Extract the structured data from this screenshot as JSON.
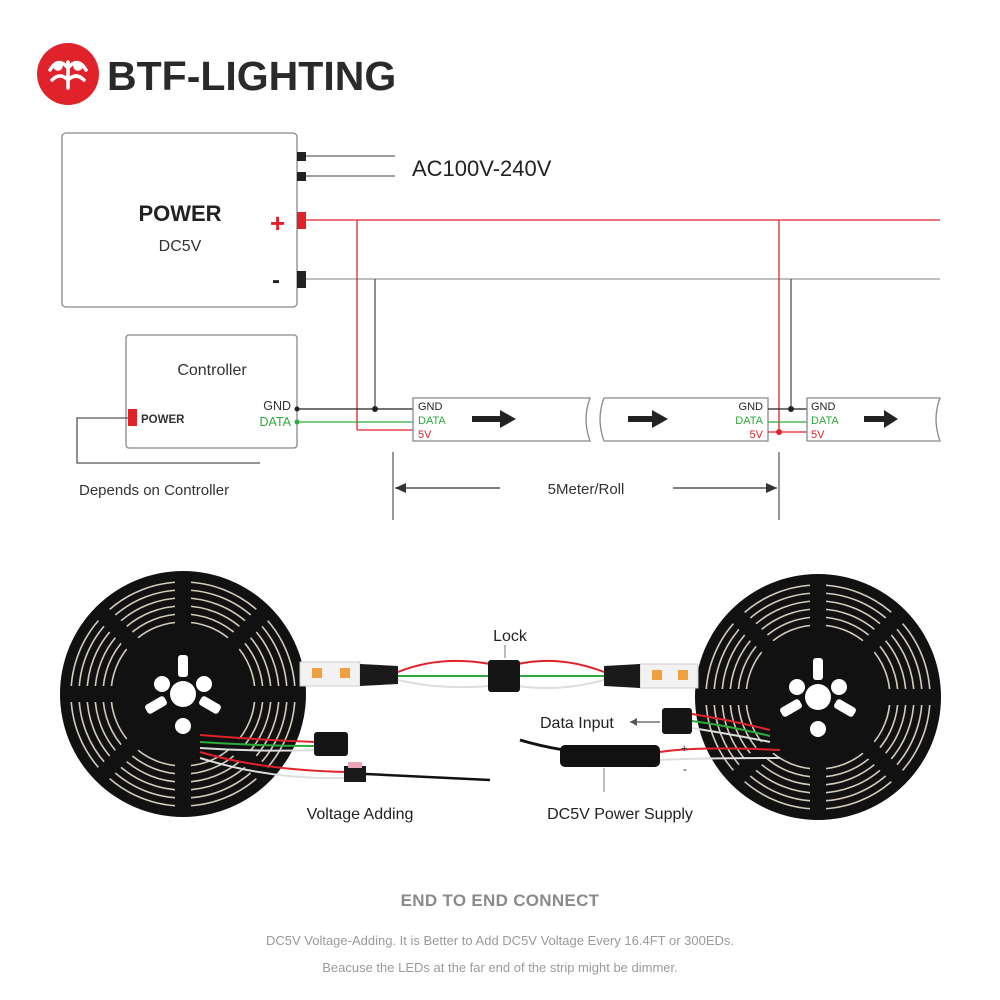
{
  "brand": {
    "name": "BTF-LIGHTING",
    "color": "#e0222b"
  },
  "power_supply": {
    "title": "POWER",
    "voltage": "DC5V",
    "input_label": "AC100V-240V",
    "plus_symbol": "+",
    "minus_symbol": "-"
  },
  "controller": {
    "title": "Controller",
    "power_label": "POWER",
    "gnd_label": "GND",
    "data_label": "DATA",
    "note": "Depends on Controller"
  },
  "strip_segments": [
    {
      "gnd": "GND",
      "data": "DATA",
      "v5": "5V"
    },
    {
      "gnd": "GND",
      "data": "DATA",
      "v5": "5V"
    },
    {
      "gnd": "GND",
      "data": "DATA",
      "v5": "5V"
    }
  ],
  "dimension_label": "5Meter/Roll",
  "photo_labels": {
    "lock": "Lock",
    "data_input": "Data Input",
    "voltage_adding": "Voltage Adding",
    "power_supply": "DC5V Power Supply",
    "plus_symbol": "+",
    "minus_symbol": "-"
  },
  "footer": {
    "title": "END TO END CONNECT",
    "line1": "DC5V Voltage-Adding. It is Better to Add DC5V Voltage Every 16.4FT or 300EDs.",
    "line2": "Beacuse the LEDs at the far end of the strip might be dimmer."
  },
  "colors": {
    "gnd_wire": "#222222",
    "data_wire": "#2eaa3c",
    "v5_wire": "#e0222b",
    "line_gray": "#9a9a9a"
  }
}
